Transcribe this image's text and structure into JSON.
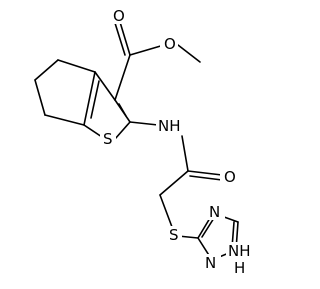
{
  "structure": {
    "atoms": {
      "o_carbonyl_ester": "O",
      "o_ester": "O",
      "s_thiophene": "S",
      "nh_amide": "NH",
      "o_amide": "O",
      "s_thioether": "S",
      "n_triazole_upper": "N",
      "n_triazole_lower": "N",
      "nh_triazole": "NH",
      "h_triazole": "H"
    },
    "colors": {
      "bond": "#000000",
      "label": "#000000",
      "background": "#ffffff"
    }
  }
}
